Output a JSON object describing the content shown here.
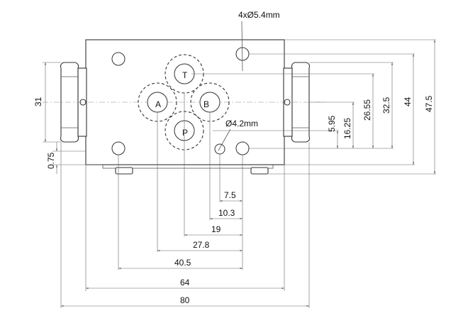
{
  "callouts": {
    "mount_holes": "4xØ5.4mm",
    "pin_hole": "Ø4.2mm"
  },
  "ports": {
    "a": "A",
    "b": "B",
    "p": "P",
    "t": "T"
  },
  "dimensions": {
    "nut_height": "31",
    "offset": "0.75",
    "v_5_95": "5.95",
    "v_16_25": "16.25",
    "v_26_55": "26.55",
    "v_32_5": "32.5",
    "v_44": "44",
    "v_47_5": "47.5",
    "h_7_5": "7.5",
    "h_10_3": "10.3",
    "h_19": "19",
    "h_27_8": "27.8",
    "h_40_5": "40.5",
    "h_64": "64",
    "h_80": "80"
  },
  "colors": {
    "line": "#333333",
    "dimension": "#666666"
  }
}
